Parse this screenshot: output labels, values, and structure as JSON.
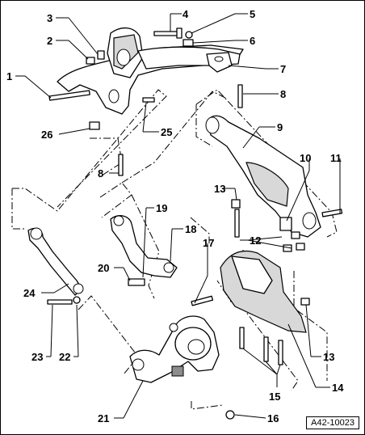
{
  "figure_id": "A42-10023",
  "callouts": [
    "1",
    "2",
    "3",
    "4",
    "5",
    "6",
    "7",
    "8",
    "9",
    "10",
    "11",
    "12",
    "13",
    "14",
    "15",
    "16",
    "17",
    "18",
    "19",
    "20",
    "21",
    "22",
    "23",
    "24",
    "25",
    "26"
  ],
  "callout_8_second": "8",
  "callout_13_second": "13"
}
